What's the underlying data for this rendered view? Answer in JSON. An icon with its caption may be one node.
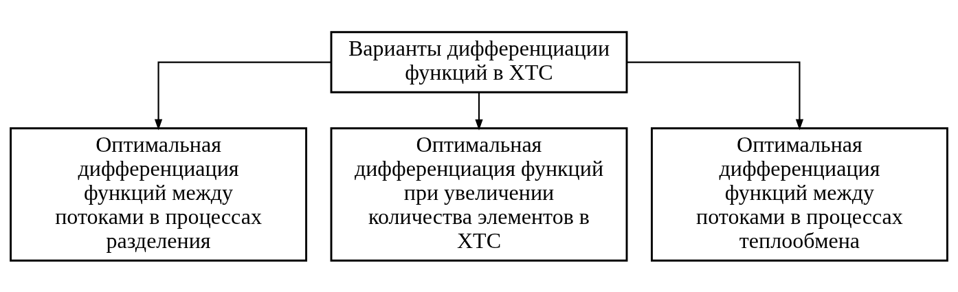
{
  "diagram": {
    "nodes": [
      {
        "text": [
          "Варианты дифференциации функций в ХТС"
        ]
      },
      {
        "text": [
          "Оптимальная дифференциация функций между потоками в процессах разделения"
        ]
      },
      {
        "text": [
          "Оптимальная дифференциация функций при увеличении количества элементов в ХТС"
        ]
      },
      {
        "text": [
          "Оптимальная дифференциация функций между потоками в процессах теплообмена"
        ]
      }
    ],
    "edges": [
      {
        "from": 0,
        "to": 1,
        "arrow": "to"
      },
      {
        "from": 0,
        "to": 2,
        "arrow": "to"
      },
      {
        "from": 0,
        "to": 3,
        "arrow": "to"
      }
    ]
  }
}
